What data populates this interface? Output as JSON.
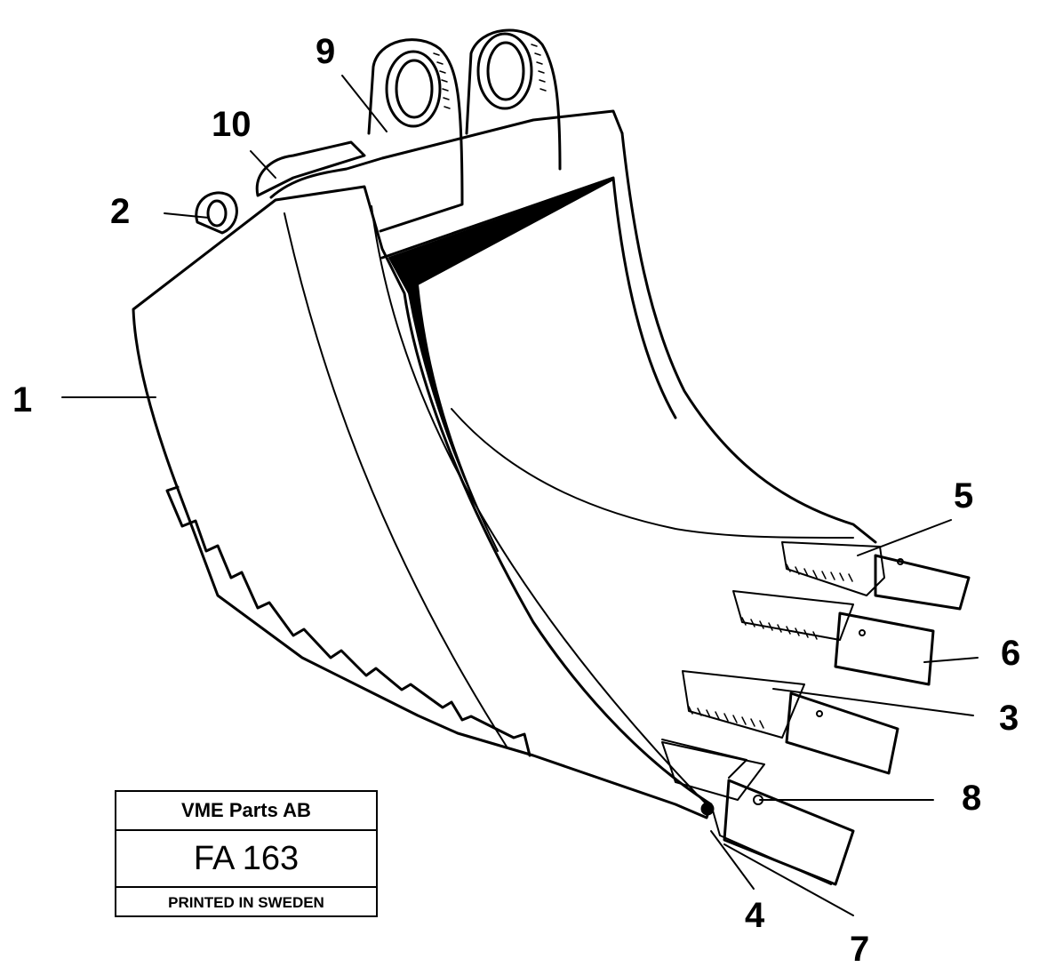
{
  "diagram": {
    "subject": "excavator-bucket-exploded-parts",
    "callouts": [
      {
        "id": "1",
        "label": "1"
      },
      {
        "id": "2",
        "label": "2"
      },
      {
        "id": "3",
        "label": "3"
      },
      {
        "id": "4",
        "label": "4"
      },
      {
        "id": "5",
        "label": "5"
      },
      {
        "id": "6",
        "label": "6"
      },
      {
        "id": "7",
        "label": "7"
      },
      {
        "id": "8",
        "label": "8"
      },
      {
        "id": "9",
        "label": "9"
      },
      {
        "id": "10",
        "label": "10"
      }
    ]
  },
  "title_block": {
    "company": "VME Parts AB",
    "code": "FA 163",
    "printed": "PRINTED IN SWEDEN"
  },
  "colors": {
    "ink": "#000000",
    "paper": "#ffffff"
  }
}
